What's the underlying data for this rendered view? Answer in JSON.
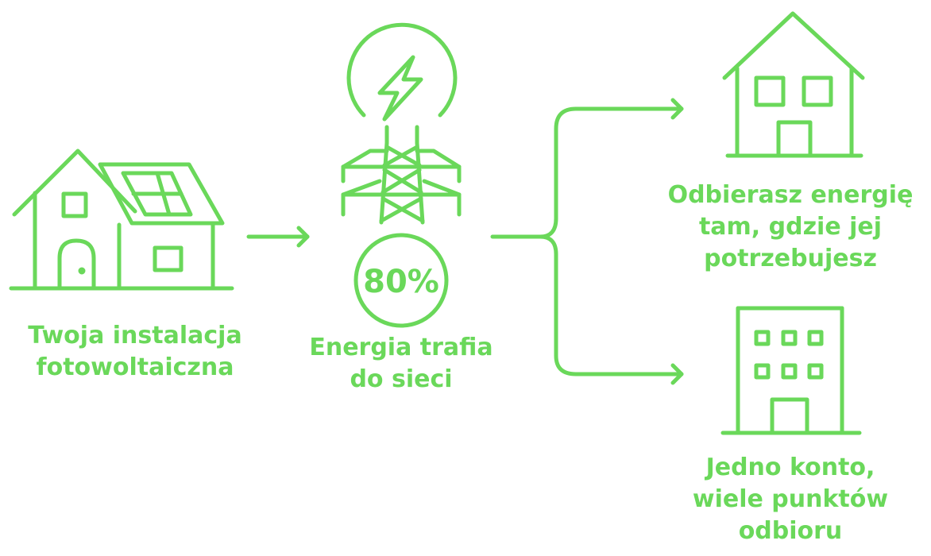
{
  "colors": {
    "accent": "#6ad85a",
    "background": "#ffffff"
  },
  "steps": {
    "installation": {
      "icon": "solar-house-icon",
      "lines": [
        "Twoja instalacja",
        "fotowoltaiczna"
      ]
    },
    "grid": {
      "icon": "power-tower-icon",
      "badge_icon": "lightning-icon",
      "percentage": "80%",
      "lines": [
        "Energia trafia",
        "do sieci"
      ]
    },
    "receive": {
      "icon": "house-icon",
      "lines": [
        "Odbierasz energię",
        "tam, gdzie jej",
        "potrzebujesz"
      ]
    },
    "account": {
      "icon": "office-building-icon",
      "lines": [
        "Jedno konto,",
        "wiele punktów",
        "odbioru"
      ]
    }
  }
}
